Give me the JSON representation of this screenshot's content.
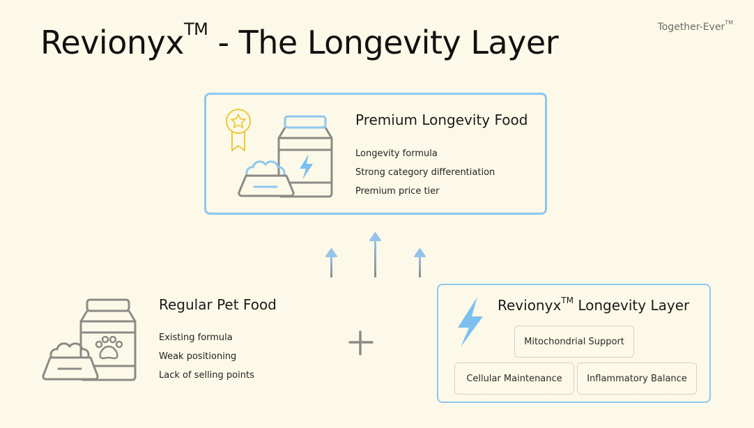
{
  "header": {
    "title_main": "Revionyx",
    "title_tm": "TM",
    "title_rest": " - The Longevity Layer",
    "brand": "Together-Ever",
    "brand_tm": "TM"
  },
  "premium": {
    "title": "Premium Longevity Food",
    "bullets": [
      "Longevity formula",
      "Strong category differentiation",
      "Premium price tier"
    ],
    "icons": [
      "award-ribbon-icon",
      "food-bag-icon",
      "lightning-icon",
      "food-bowl-icon"
    ]
  },
  "regular": {
    "title": "Regular Pet Food",
    "bullets": [
      "Existing formula",
      "Weak positioning",
      "Lack of selling points"
    ],
    "icons": [
      "food-bag-icon",
      "paw-icon",
      "food-bowl-icon"
    ]
  },
  "operator": {
    "symbol": "plus-icon"
  },
  "arrows": {
    "count": 3,
    "direction": "up"
  },
  "layer": {
    "title_main": "Revionyx",
    "title_tm": "TM",
    "title_rest": " Longevity Layer",
    "chips": [
      "Mitochondrial Support",
      "Cellular Maintenance",
      "Inflammatory Balance"
    ],
    "icons": [
      "lightning-icon"
    ]
  },
  "colors": {
    "background": "#fdf9e8",
    "accent_blue": "#8ec7ef",
    "icon_gray": "#8a8a87",
    "award_yellow": "#e8c93a"
  }
}
